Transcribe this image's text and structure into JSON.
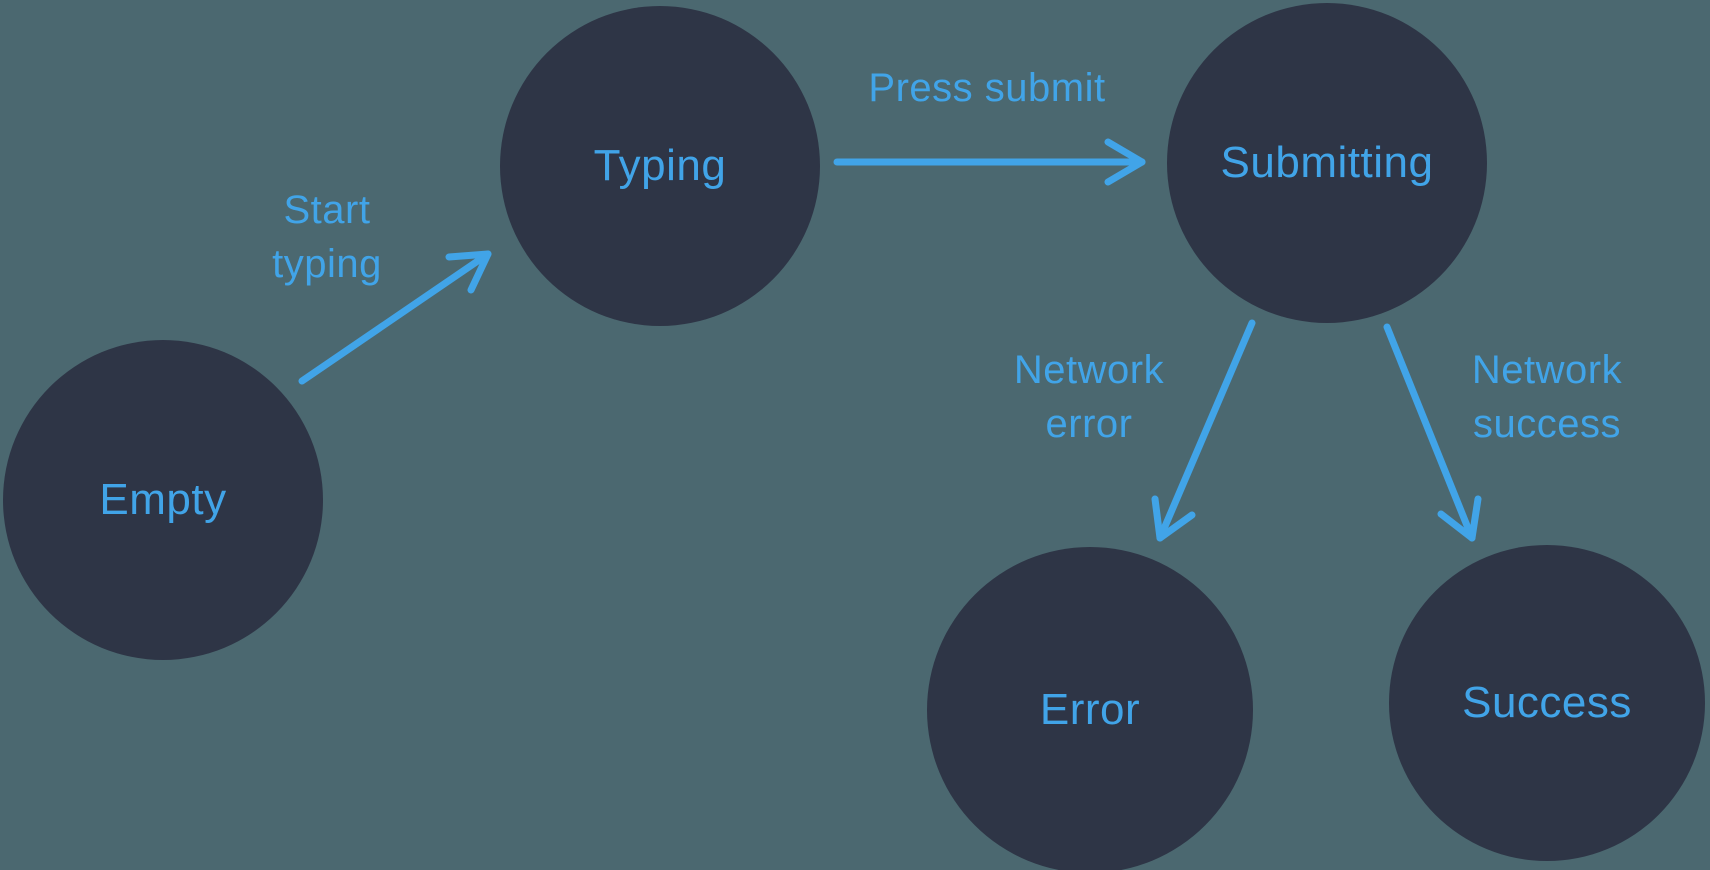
{
  "diagram": {
    "type": "state-diagram",
    "colors": {
      "background": "#4B6870",
      "node_fill": "#2E3546",
      "accent": "#41A4E8"
    },
    "states": [
      {
        "id": "empty",
        "label": "Empty"
      },
      {
        "id": "typing",
        "label": "Typing"
      },
      {
        "id": "submitting",
        "label": "Submitting"
      },
      {
        "id": "error",
        "label": "Error"
      },
      {
        "id": "success",
        "label": "Success"
      }
    ],
    "transitions": [
      {
        "from": "empty",
        "to": "typing",
        "label": "Start typing"
      },
      {
        "from": "typing",
        "to": "submitting",
        "label": "Press submit"
      },
      {
        "from": "submitting",
        "to": "error",
        "label": "Network error"
      },
      {
        "from": "submitting",
        "to": "success",
        "label": "Network success"
      }
    ]
  }
}
